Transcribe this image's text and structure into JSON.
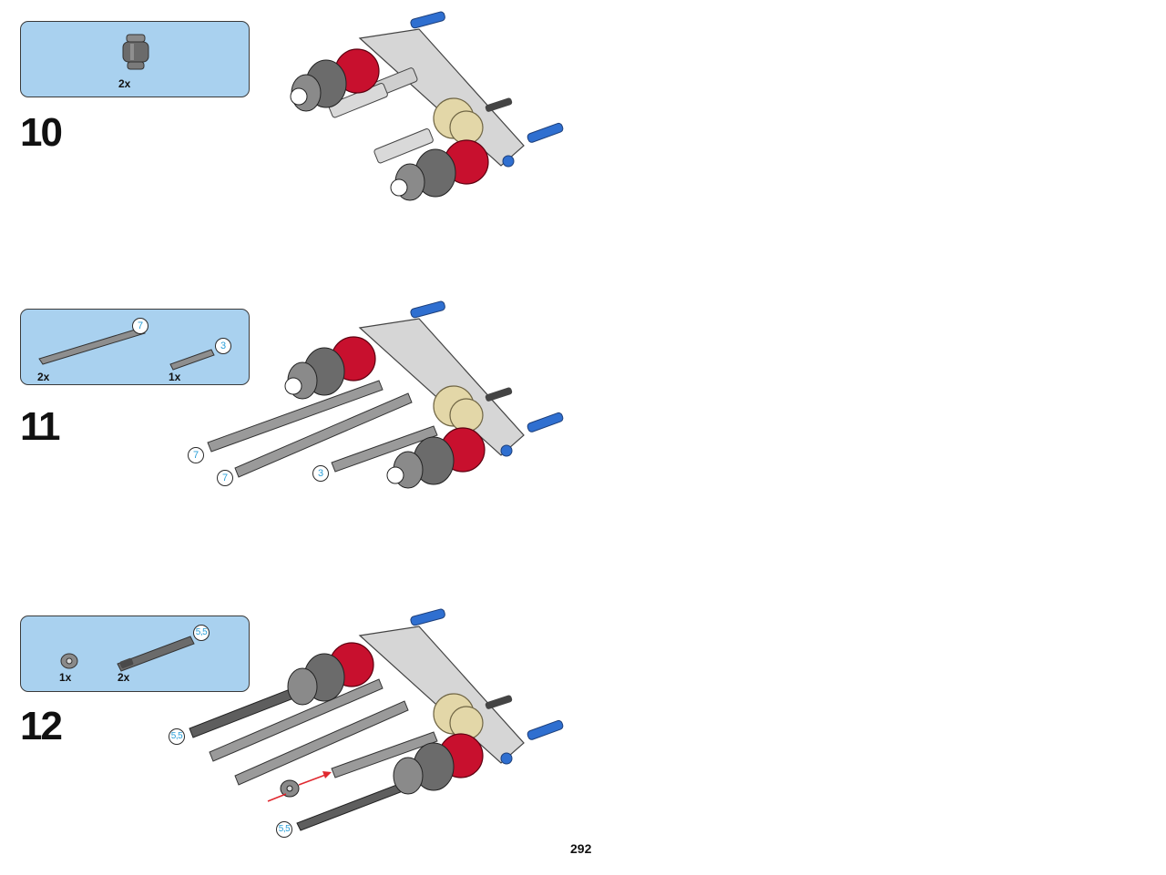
{
  "steps": [
    {
      "number": "10",
      "parts": [
        {
          "name": "bushing-gear-hub",
          "qty": "2x"
        }
      ]
    },
    {
      "number": "11",
      "parts": [
        {
          "name": "axle-7",
          "qty": "2x",
          "length": "7"
        },
        {
          "name": "axle-3",
          "qty": "1x",
          "length": "3"
        }
      ],
      "callouts": [
        "7",
        "7",
        "3"
      ]
    },
    {
      "number": "12",
      "parts": [
        {
          "name": "half-bushing",
          "qty": "1x"
        },
        {
          "name": "axle-5-5-stop",
          "qty": "2x",
          "length": "5,5"
        }
      ],
      "callouts": [
        "5,5",
        "5,5"
      ]
    }
  ],
  "page": {
    "number": "292"
  },
  "colors": {
    "callout_box": "#a9d1ef",
    "lbg": "#d6d6d6",
    "dbg": "#6b6b6b",
    "red": "#c8102e",
    "tan": "#e3d7a8",
    "blue": "#2f6fd0",
    "arrow": "#e0282f"
  }
}
